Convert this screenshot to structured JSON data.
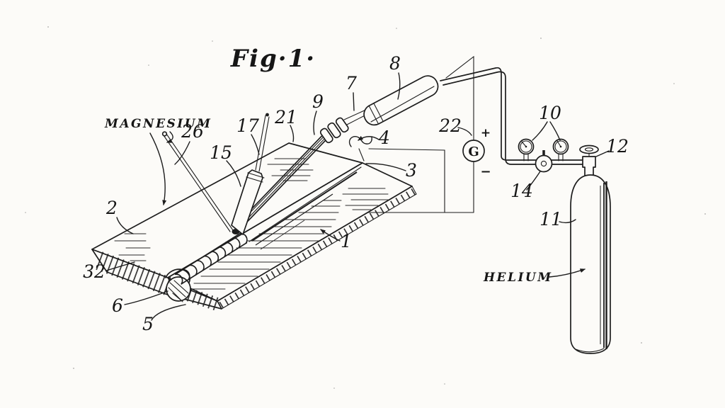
{
  "figure": {
    "title": "Fig·1·"
  },
  "annotations": {
    "magnesium": "MAGNESIUM",
    "helium": "HELIUM"
  },
  "meter": {
    "symbol": "G",
    "positive": "+",
    "negative": "−"
  },
  "refs": {
    "r1": "1",
    "r2": "2",
    "r3": "3",
    "r4": "4",
    "r5": "5",
    "r6": "6",
    "r7": "7",
    "r8": "8",
    "r9": "9",
    "r10": "10",
    "r11": "11",
    "r12": "12",
    "r14": "14",
    "r15": "15",
    "r17": "17",
    "r21": "21",
    "r22": "22",
    "r26": "26",
    "r32": "32"
  },
  "colors": {
    "ink": "#1d1d1d",
    "paper": "#fcfbf8"
  }
}
